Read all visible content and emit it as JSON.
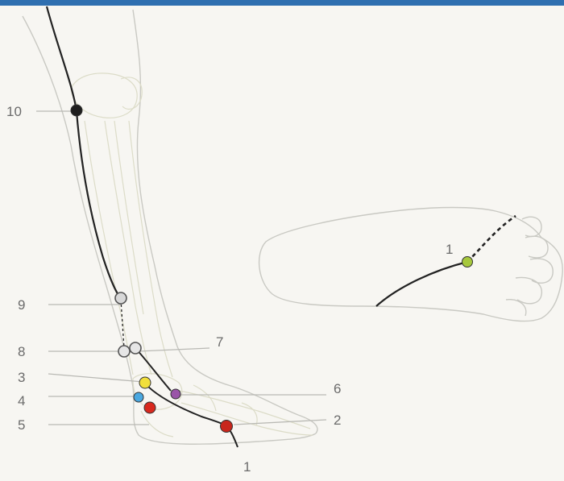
{
  "colors": {
    "top_bar": "#2f6fb0",
    "background": "#f7f6f2",
    "outline": "#c9c9c3",
    "bone": "#dcdcc8",
    "meridian": "#222222",
    "leader": "#b9b9b4",
    "label": "#6b6b6b"
  },
  "labels": {
    "p1": "1",
    "p2": "2",
    "p3": "3",
    "p4": "4",
    "p5": "5",
    "p6": "6",
    "p7": "7",
    "p8": "8",
    "p9": "9",
    "p10": "10",
    "sole_p1": "1"
  },
  "points": [
    {
      "id": "p10",
      "color": "#1e1e1e",
      "filled": true
    },
    {
      "id": "p9",
      "color": "#d8d8d8",
      "filled": false
    },
    {
      "id": "p8",
      "color": "#e6e6e6",
      "filled": false
    },
    {
      "id": "p7",
      "color": "#e6e6e6",
      "filled": false
    },
    {
      "id": "p3",
      "color": "#f1df3a",
      "filled": true
    },
    {
      "id": "p4",
      "color": "#4aa8e0",
      "filled": true
    },
    {
      "id": "p5",
      "color": "#d8291e",
      "filled": true
    },
    {
      "id": "p6",
      "color": "#9a55a8",
      "filled": true
    },
    {
      "id": "p2",
      "color": "#c8261c",
      "filled": true
    },
    {
      "id": "sole_p1",
      "color": "#a6c83c",
      "filled": true
    }
  ]
}
